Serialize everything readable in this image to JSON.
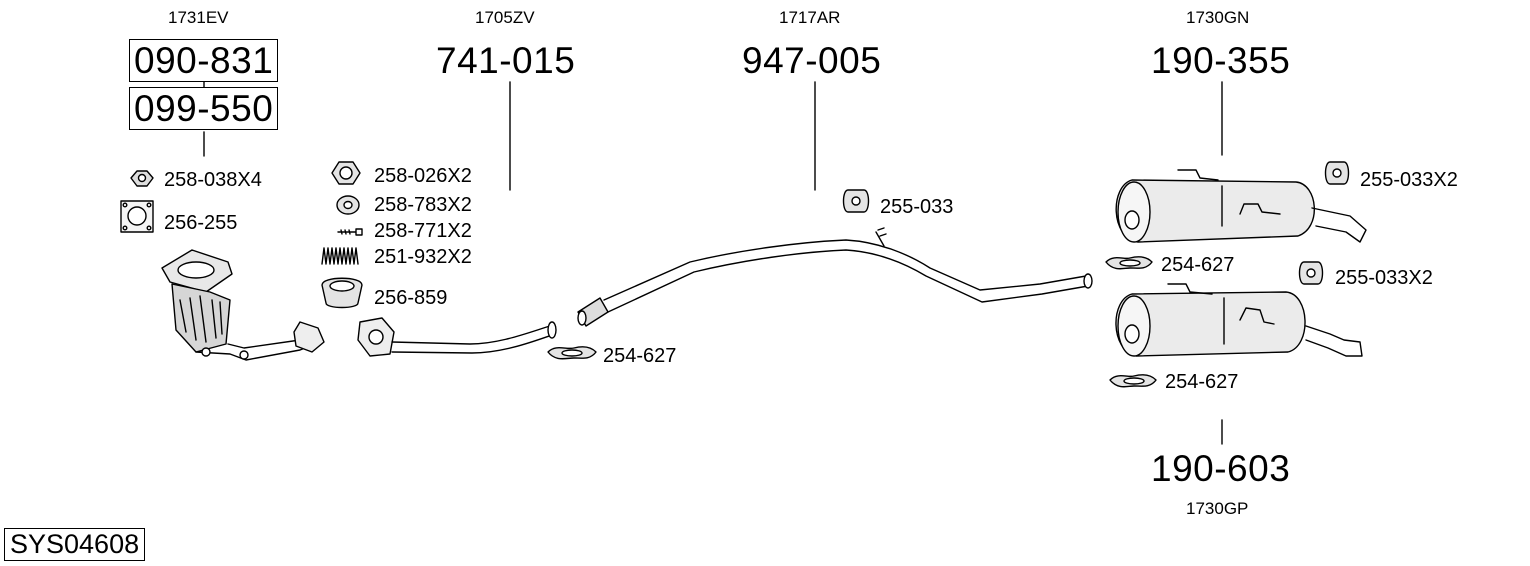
{
  "system_code": "SYS04608",
  "groups": [
    {
      "oem": "1731EV",
      "parts": [
        "090-831",
        "099-550"
      ]
    },
    {
      "oem": "1705ZV",
      "part": "741-015"
    },
    {
      "oem": "1717AR",
      "part": "947-005"
    },
    {
      "oem": "1730GN",
      "part": "190-355"
    },
    {
      "oem": "1730GP",
      "part": "190-603"
    }
  ],
  "accessories": {
    "a1": "258-038X4",
    "a2": "256-255",
    "a3": "258-026X2",
    "a4": "258-783X2",
    "a5": "258-771X2",
    "a6": "251-932X2",
    "a7": "256-859",
    "a8": "254-627",
    "a9": "255-033",
    "a10": "255-033X2",
    "a11": "254-627",
    "a12": "255-033X2",
    "a13": "254-627"
  }
}
